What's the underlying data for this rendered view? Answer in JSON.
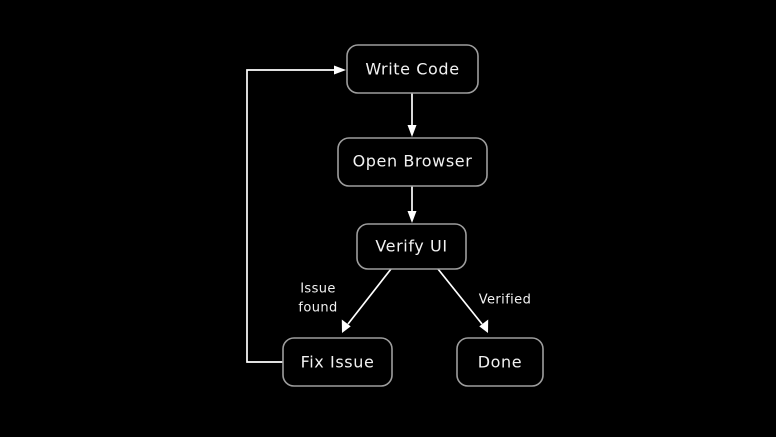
{
  "diagram": {
    "title": "Write Code / Verify UI development loop flowchart",
    "background_color": "#000000",
    "node_border_color": "#9e9e9e",
    "node_fill_color": "#000000",
    "text_color": "#f2f2f2",
    "edge_color": "#ffffff",
    "nodes": [
      {
        "id": "write-code",
        "label": "Write Code"
      },
      {
        "id": "open-browser",
        "label": "Open Browser"
      },
      {
        "id": "verify-ui",
        "label": "Verify UI"
      },
      {
        "id": "fix-issue",
        "label": "Fix Issue"
      },
      {
        "id": "done",
        "label": "Done"
      }
    ],
    "edges": [
      {
        "id": "write-to-browser",
        "from": "write-code",
        "to": "open-browser",
        "label": ""
      },
      {
        "id": "browser-to-verify",
        "from": "open-browser",
        "to": "verify-ui",
        "label": ""
      },
      {
        "id": "verify-to-fix",
        "from": "verify-ui",
        "to": "fix-issue",
        "label_line1": "Issue",
        "label_line2": "found"
      },
      {
        "id": "verify-to-done",
        "from": "verify-ui",
        "to": "done",
        "label": "Verified"
      },
      {
        "id": "fix-to-write",
        "from": "fix-issue",
        "to": "write-code",
        "label": ""
      }
    ]
  }
}
